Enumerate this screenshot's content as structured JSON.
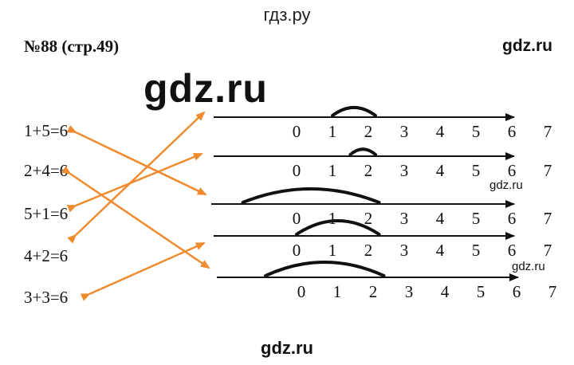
{
  "watermarks": {
    "top": "гдз.ру",
    "top_right": "gdz.ru",
    "big": "gdz.ru",
    "small_1": "gdz.ru",
    "small_2": "gdz.ru",
    "bottom": "gdz.ru"
  },
  "title": "№88 (стр.49)",
  "equations": [
    "1+5=6",
    "2+4=6",
    "5+1=6",
    "4+2=6",
    "3+3=6"
  ],
  "number_lines": [
    {
      "labels": [
        "0",
        "1",
        "2",
        "3",
        "4",
        "5",
        "6",
        "7"
      ],
      "arc": [
        1,
        2.2
      ]
    },
    {
      "labels": [
        "0",
        "1",
        "2",
        "3",
        "4",
        "5",
        "6",
        "7"
      ],
      "arc": [
        1.5,
        2.2
      ]
    },
    {
      "labels": [
        "0",
        "1",
        "2",
        "3",
        "4",
        "5",
        "6",
        "7"
      ],
      "arc": [
        -1.5,
        2.3
      ]
    },
    {
      "labels": [
        "0",
        "1",
        "2",
        "3",
        "4",
        "5",
        "6",
        "7"
      ],
      "arc": [
        0,
        2.3
      ]
    },
    {
      "labels": [
        "0",
        "1",
        "2",
        "3",
        "4",
        "5",
        "6",
        "7"
      ],
      "arc": [
        -1,
        2.3
      ]
    }
  ],
  "connections": [
    [
      0,
      2
    ],
    [
      1,
      4
    ],
    [
      2,
      1
    ],
    [
      3,
      0
    ],
    [
      4,
      3
    ]
  ],
  "colors": {
    "arrow": "#f08a2e",
    "ink": "#111111"
  }
}
